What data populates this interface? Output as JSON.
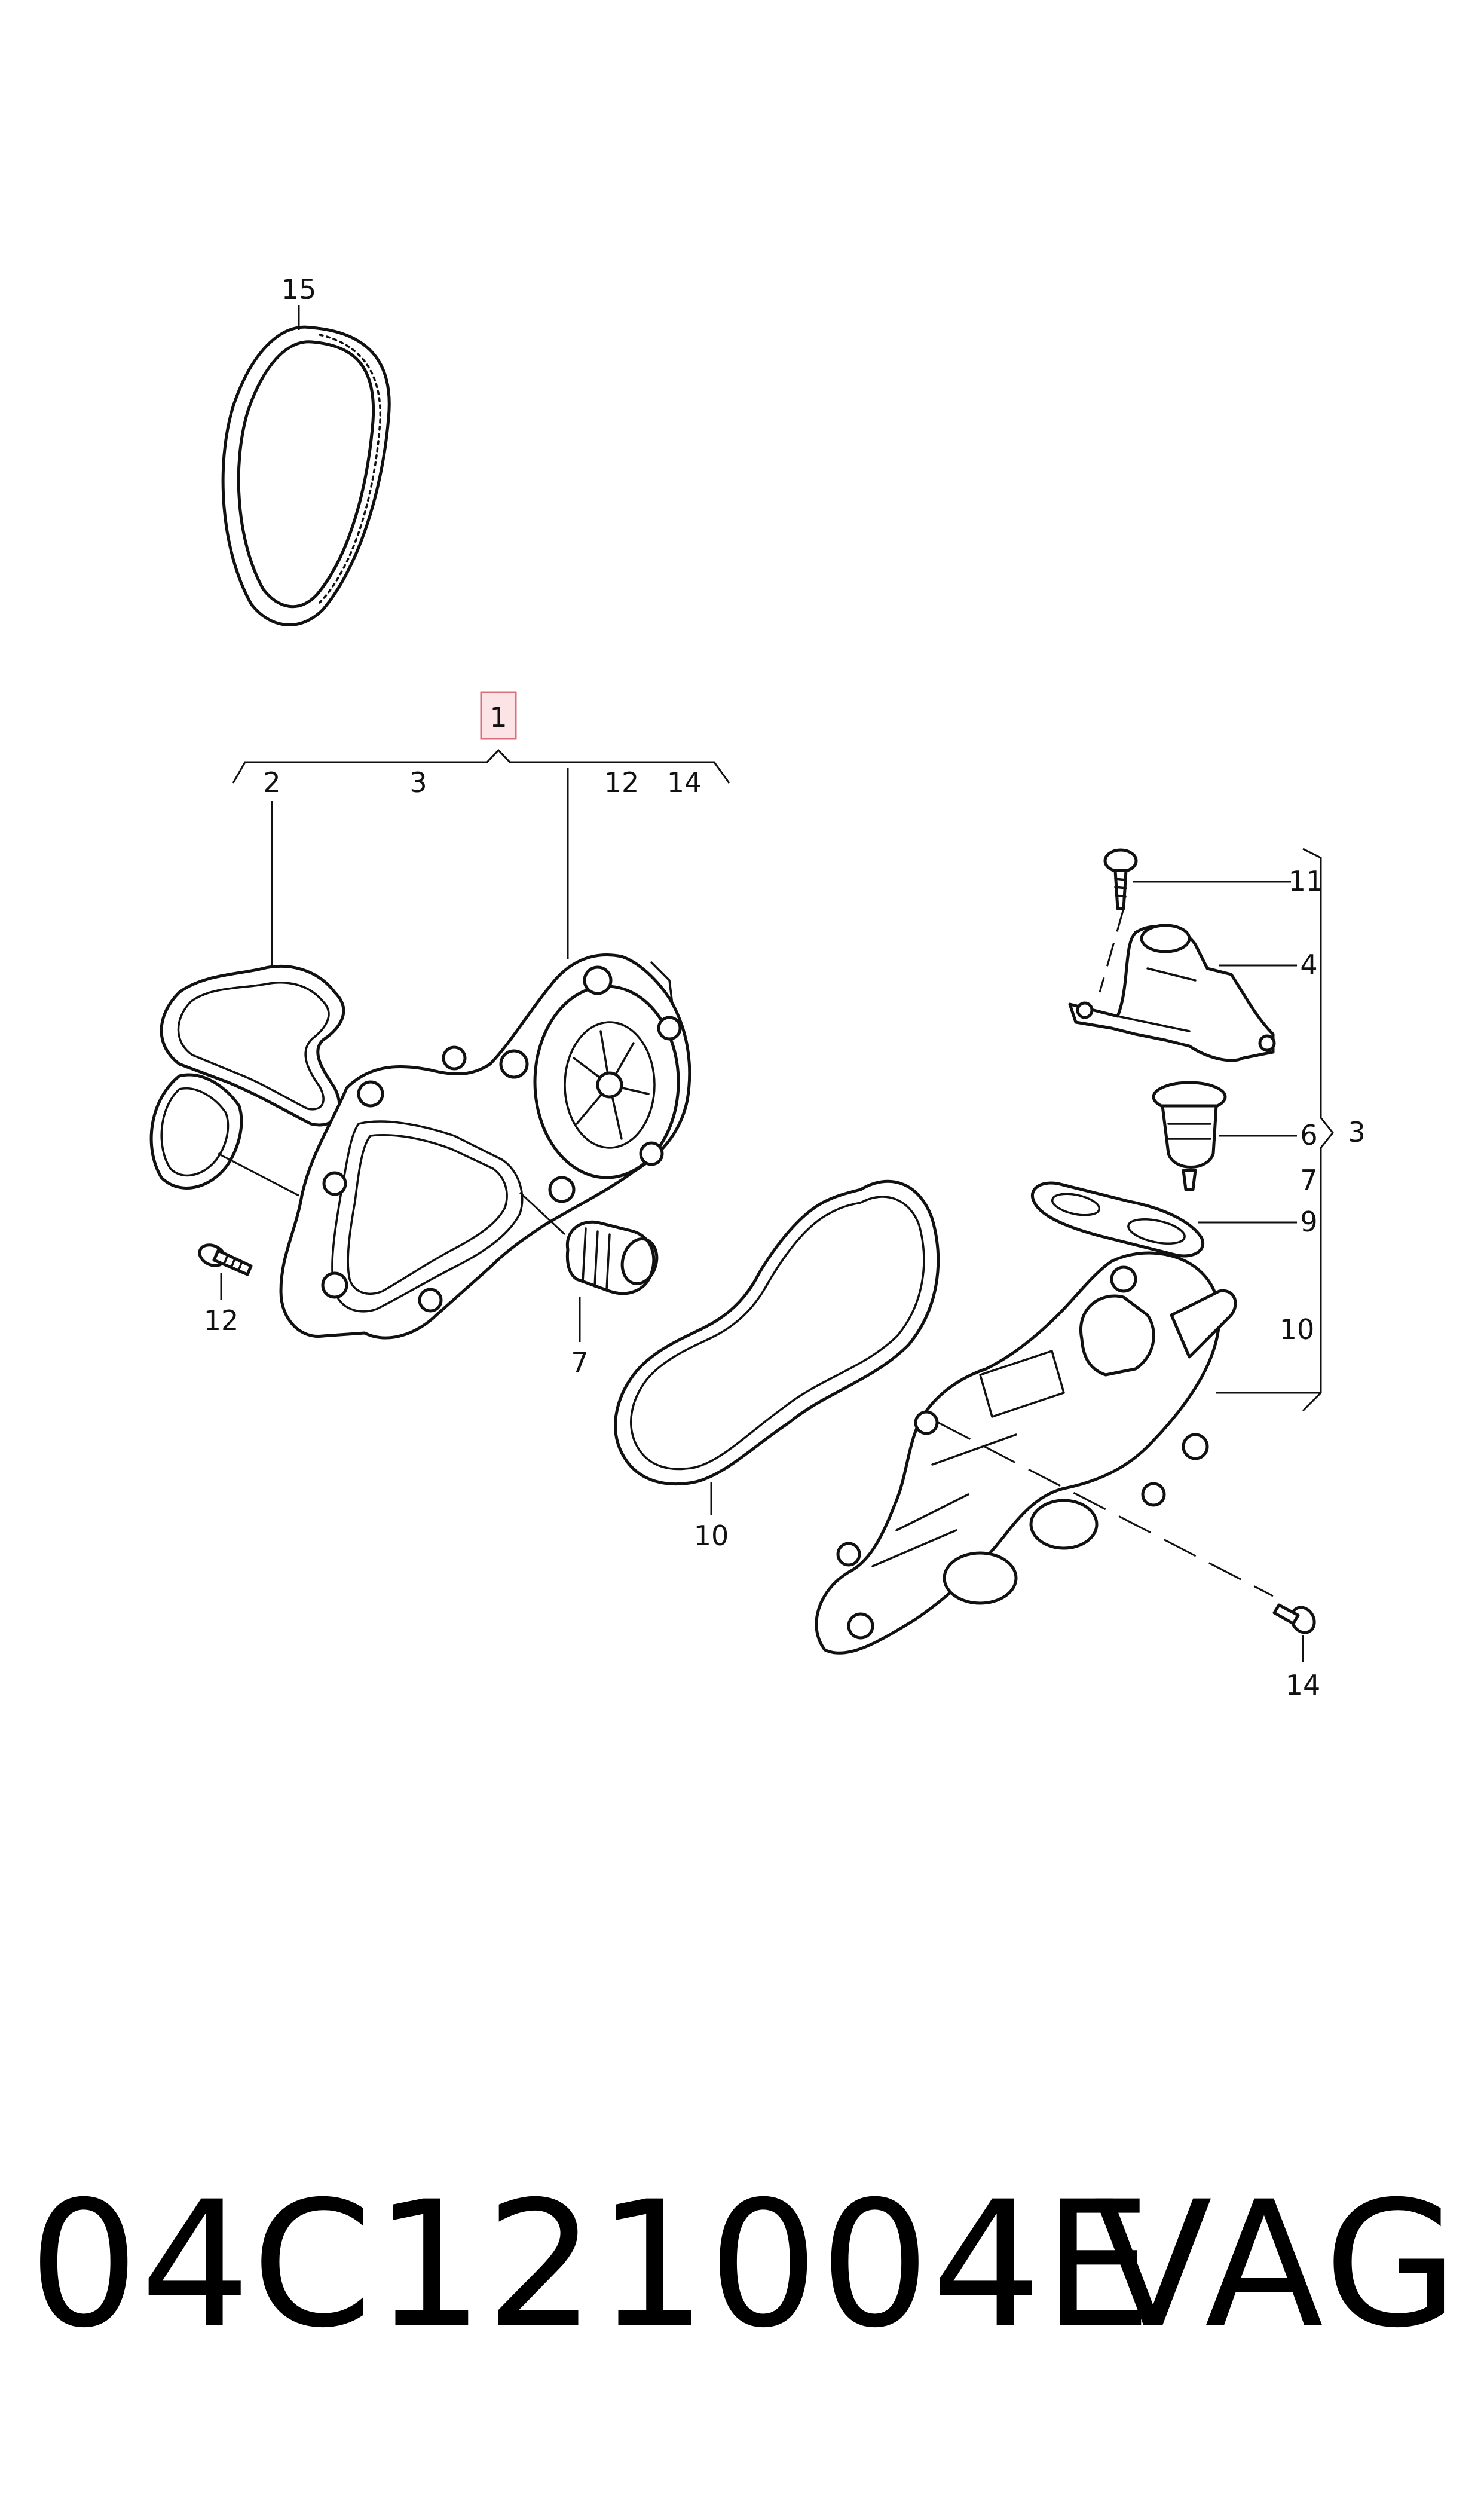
{
  "diagram": {
    "callouts": {
      "belt": "15",
      "kit": "1",
      "kit_gasket": "2",
      "kit_housing": "3",
      "kit_bolt": "12",
      "kit_screw": "14",
      "screw_top": "11",
      "cover": "4",
      "thermostat": "6",
      "thermostat_ring": "7",
      "gasket_small": "9",
      "gasket_large_right": "10",
      "group_3": "3",
      "bolt_left": "12",
      "connector": "7",
      "gasket_large": "10",
      "screw_bottom": "14"
    },
    "highlight_color": "#fbe3e6",
    "highlight_border": "#d8707c"
  },
  "footer": {
    "part_number": "04C121004E",
    "brand": "VAG"
  }
}
